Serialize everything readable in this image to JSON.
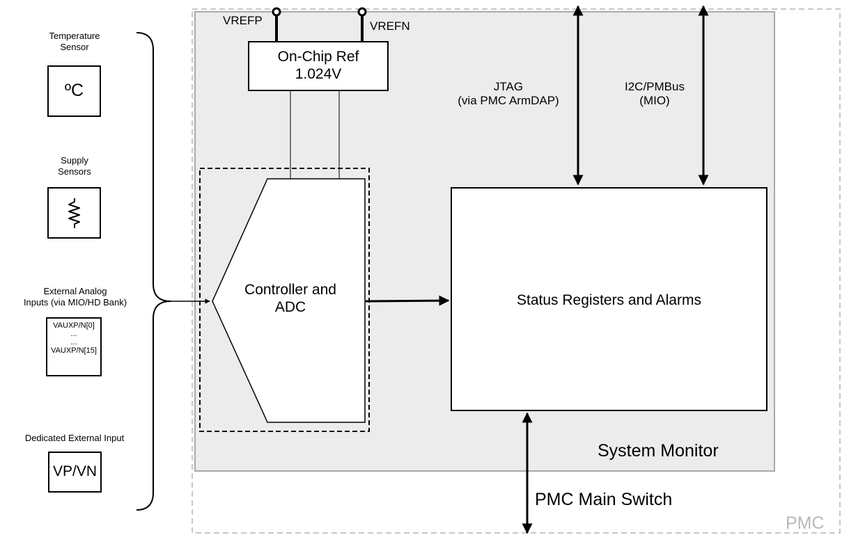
{
  "container": {
    "outer": "PMC",
    "inner": "System Monitor"
  },
  "sensors": {
    "temperature": {
      "title_line1": "Temperature",
      "title_line2": "Sensor",
      "symbol": "ºC"
    },
    "supply": {
      "title_line1": "Supply",
      "title_line2": "Sensors",
      "symbol": "resistor-icon"
    },
    "external_analog": {
      "title_line1": "External Analog",
      "title_line2": "Inputs (via MIO/HD Bank)",
      "lines": [
        "VAUXP/N[0]",
        "...",
        "...",
        "VAUXP/N[15]"
      ]
    },
    "dedicated": {
      "title": "Dedicated External Input",
      "symbol": "VP/VN"
    }
  },
  "reference": {
    "line1": "On-Chip Ref",
    "line2": "1.024V",
    "pin_p": "VREFP",
    "pin_n": "VREFN"
  },
  "adc": {
    "line1": "Controller and",
    "line2": "ADC"
  },
  "registers": {
    "label": "Status Registers and Alarms"
  },
  "interfaces": {
    "jtag": {
      "line1": "JTAG",
      "line2": "(via PMC ArmDAP)"
    },
    "i2c": {
      "line1": "I2C/PMBus",
      "line2": "(MIO)"
    },
    "main_switch": "PMC Main Switch"
  },
  "colors": {
    "system_monitor_fill": "#ececec",
    "system_monitor_border": "#a9a9a9",
    "pmc_border": "#c8c8c8"
  }
}
